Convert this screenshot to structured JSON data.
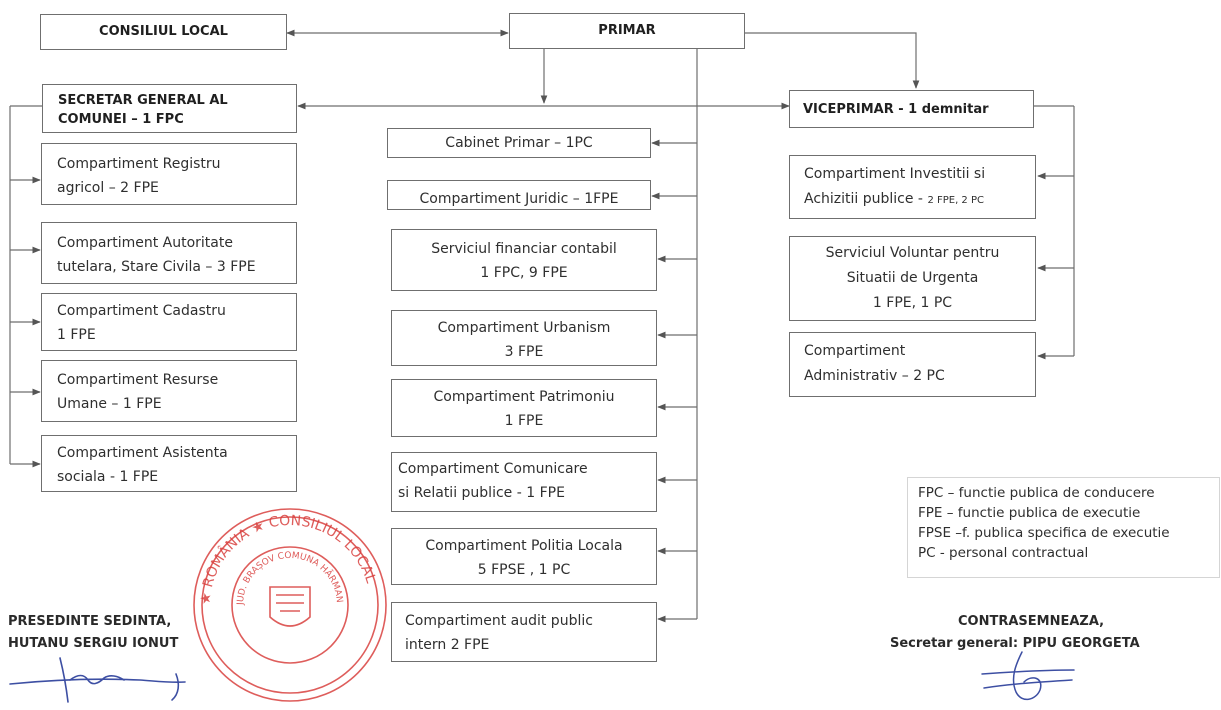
{
  "top": {
    "consiliul_local": "CONSILIUL LOCAL",
    "primar": "PRIMAR"
  },
  "secretar": {
    "title": "SECRETAR GENERAL AL\nCOMUNEI – 1 FPC",
    "items": [
      "Compartiment Registru\nagricol – 2 FPE",
      "Compartiment Autoritate\ntutelara, Stare Civila – 3 FPE",
      "Compartiment Cadastru\n1 FPE",
      "Compartiment Resurse\nUmane – 1 FPE",
      "Compartiment Asistenta\nsociala - 1 FPE"
    ]
  },
  "primar_units": [
    "Cabinet Primar – 1PC",
    "Compartiment Juridic – 1FPE",
    "Serviciul financiar contabil\n1 FPC,  9 FPE",
    "Compartiment Urbanism\n3 FPE",
    "Compartiment Patrimoniu\n1 FPE",
    "Compartiment Comunicare\nsi Relatii publice - 1 FPE",
    "Compartiment Politia Locala\n5 FPSE , 1 PC",
    "Compartiment audit public\nintern     2 FPE"
  ],
  "viceprimar": {
    "title": "VICEPRIMAR - 1 demnitar",
    "investitii_line1": "Compartiment Investitii si",
    "investitii_line2": "Achizitii publice - ",
    "investitii_small": "2 FPE, 2 PC",
    "voluntar": "Serviciul Voluntar pentru\nSituatii de Urgenta\n1 FPE,  1 PC",
    "administrativ": "Compartiment\nAdministrativ –  2 PC"
  },
  "legend": [
    "FPC – functie publica de conducere",
    "FPE – functie publica de executie",
    "FPSE –f. publica specifica de executie",
    "PC -   personal contractual"
  ],
  "signatures": {
    "left_line1": "PRESEDINTE SEDINTA,",
    "left_line2": "HUTANU SERGIU IONUT",
    "right_line1": "CONTRASEMNEAZA,",
    "right_line2": "Secretar general: PIPU GEORGETA"
  },
  "stamp": {
    "outer_text": "★ ROMÂNIA ★ CONSILIUL LOCAL",
    "inner_text": "JUD. BRAȘOV  COMUNA HĂRMAN"
  },
  "colors": {
    "line": "#6e6e6e",
    "box_border": "#6f6f6f",
    "stamp": "#d9413f",
    "signature_ink": "#3d4fa3"
  }
}
